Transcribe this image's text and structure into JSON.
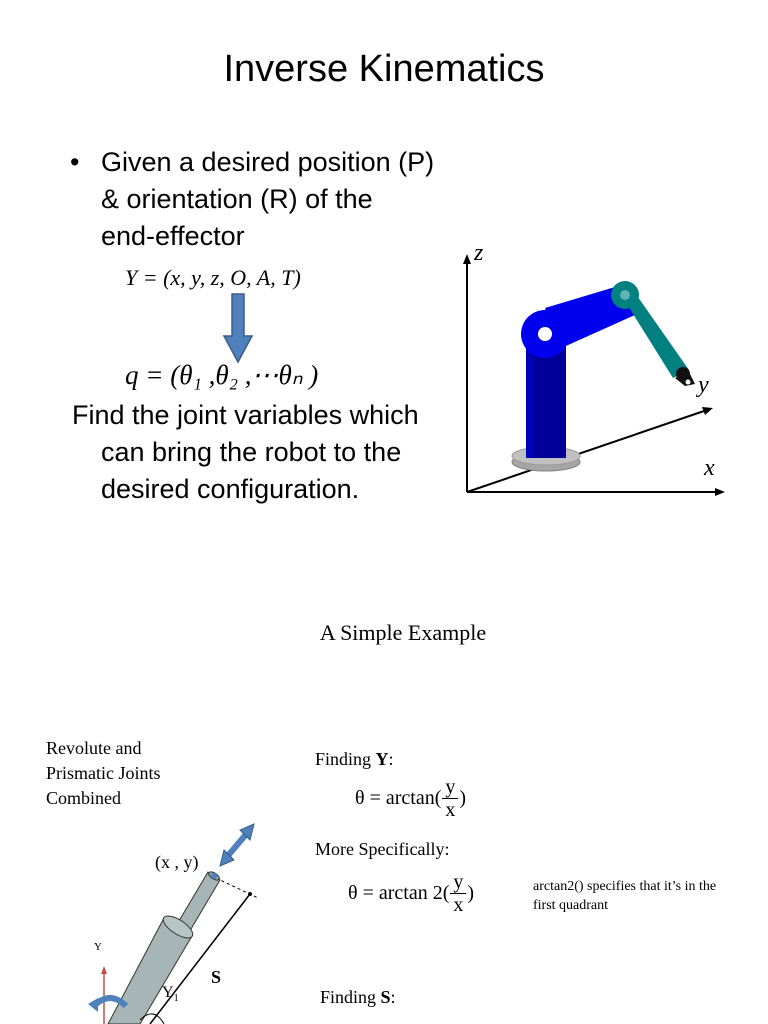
{
  "slide1": {
    "title": "Inverse Kinematics",
    "bullet_glyph": "•",
    "bullet_lines": [
      "Given a desired position (P)",
      "& orientation (R) of the",
      "end-effector"
    ],
    "eq1": "Y = (x, y, z, O, A, T)",
    "eq2": "q  = (θ₁ ,θ₂ ,⋯θₙ )",
    "find_lines": [
      "Find the joint variables which",
      "can bring the robot to the",
      "desired configuration."
    ],
    "axis_z": "z",
    "axis_y": "y",
    "axis_x": "x",
    "colors": {
      "link_blue": "#0000ee",
      "base_blue": "#000099",
      "teal": "#008080",
      "arrow_blue": "#4f81bd",
      "base_gray": "#c0c0c0"
    }
  },
  "slide2": {
    "title": "A Simple Example",
    "left_caption_lines": [
      "Revolute and",
      "Prismatic Joints",
      "Combined"
    ],
    "point_label": "(x , y)",
    "s_label": "S",
    "y_axis_label": "Y",
    "y1_label": "Y",
    "y1_sub": "1",
    "finding_y_prefix": "Finding ",
    "finding_y_bold": "Y",
    "finding_y_suffix": ":",
    "formula1_left": "θ = arctan(",
    "formula_num": "y",
    "formula_den": "x",
    "formula1_right": ")",
    "more_specifically": "More Specifically:",
    "formula2_left": "θ = arctan 2(",
    "formula2_right": ")",
    "note_lines": [
      "arctan2() specifies that it’s in the",
      "first quadrant"
    ],
    "finding_s_prefix": "Finding ",
    "finding_s_bold": "S",
    "finding_s_suffix": ":"
  }
}
